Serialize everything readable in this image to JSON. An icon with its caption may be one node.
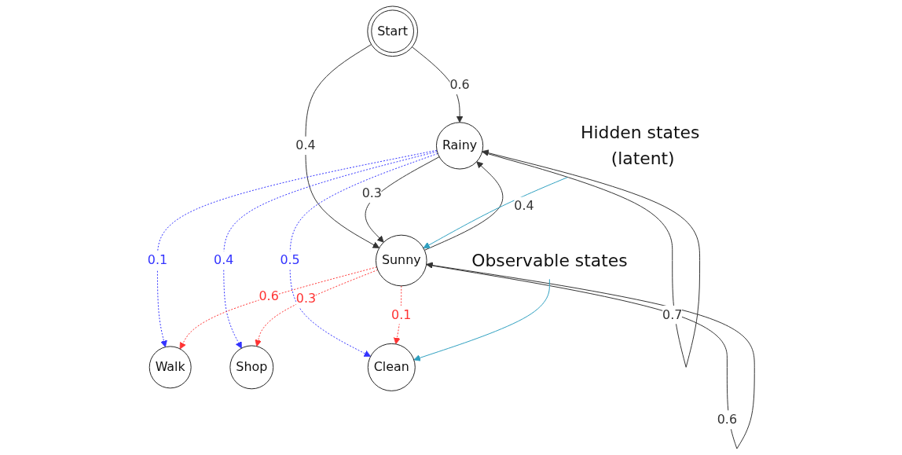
{
  "diagram": {
    "nodes": [
      {
        "text": [
          "Start"
        ]
      },
      {
        "text": [
          "Rainy"
        ]
      },
      {
        "text": [
          "Sunny"
        ]
      },
      {
        "text": [
          "Walk"
        ]
      },
      {
        "text": [
          "Shop"
        ]
      },
      {
        "text": [
          "Clean"
        ]
      },
      {
        "text": [
          "Hidden states (latent)"
        ]
      },
      {
        "text": [
          "Observable states"
        ]
      }
    ],
    "edges": [
      {
        "from": 0,
        "to": 1,
        "arrow": "to",
        "label": "0.6"
      },
      {
        "from": 0,
        "to": 2,
        "arrow": "to",
        "label": "0.4"
      },
      {
        "from": 1,
        "to": 1,
        "arrow": "to",
        "label": "0.7"
      },
      {
        "from": 1,
        "to": 2,
        "arrow": "to",
        "label": "0.3"
      },
      {
        "from": 2,
        "to": 1,
        "arrow": "to",
        "label": "0.4"
      },
      {
        "from": 2,
        "to": 2,
        "arrow": "to",
        "label": "0.6"
      },
      {
        "from": 1,
        "to": 3,
        "arrow": "to",
        "label": "0.1",
        "style": "dashed",
        "color": "#3333ff"
      },
      {
        "from": 1,
        "to": 4,
        "arrow": "to",
        "label": "0.4",
        "style": "dashed",
        "color": "#3333ff"
      },
      {
        "from": 1,
        "to": 5,
        "arrow": "to",
        "label": "0.5",
        "style": "dashed",
        "color": "#3333ff"
      },
      {
        "from": 2,
        "to": 3,
        "arrow": "to",
        "label": "0.6",
        "style": "dashed",
        "color": "#ff3333"
      },
      {
        "from": 2,
        "to": 4,
        "arrow": "to",
        "label": "0.3",
        "style": "dashed",
        "color": "#ff3333"
      },
      {
        "from": 2,
        "to": 5,
        "arrow": "to",
        "label": "0.1",
        "style": "dashed",
        "color": "#ff3333"
      },
      {
        "from": 6,
        "to": 2,
        "arrow": "to",
        "color": "#2e9fbf"
      },
      {
        "from": 7,
        "to": 5,
        "arrow": "to",
        "color": "#2e9fbf"
      }
    ]
  }
}
